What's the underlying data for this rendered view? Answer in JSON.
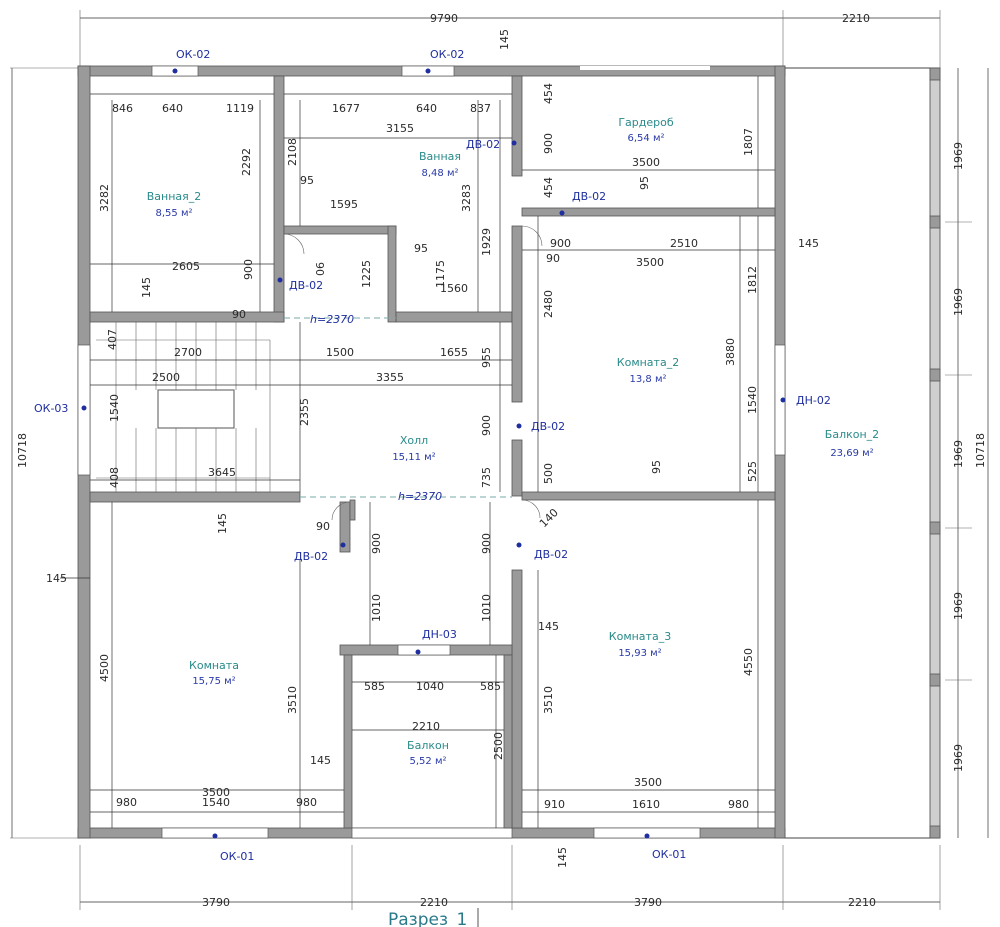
{
  "section_label": "Разрез_1",
  "overall_dims": {
    "top_main": "9790",
    "top_balcony": "2210",
    "top_small": "145",
    "left_height": "10718",
    "right_height": "10718",
    "right_segments": [
      "1969",
      "1969",
      "1969",
      "1969",
      "1969"
    ],
    "bottom": [
      "3790",
      "2210",
      "3790",
      "2210"
    ]
  },
  "rooms": [
    {
      "id": "vannaya2",
      "name": "Ванная_2",
      "area": "8,55 м²"
    },
    {
      "id": "vannaya",
      "name": "Ванная",
      "area": "8,48 м²"
    },
    {
      "id": "garderob",
      "name": "Гардероб",
      "area": "6,54 м²"
    },
    {
      "id": "komnata2",
      "name": "Комната_2",
      "area": "13,8 м²"
    },
    {
      "id": "holl",
      "name": "Холл",
      "area": "15,11 м²"
    },
    {
      "id": "balkon2",
      "name": "Балкон_2",
      "area": "23,69 м²"
    },
    {
      "id": "komnata",
      "name": "Комната",
      "area": "15,75 м²"
    },
    {
      "id": "komnata3",
      "name": "Комната_3",
      "area": "15,93 м²"
    },
    {
      "id": "balkon",
      "name": "Балкон",
      "area": "5,52 м²"
    }
  ],
  "tags": {
    "ok02_a": "ОК-02",
    "ok02_b": "ОК-02",
    "ok03": "ОК-03",
    "ok01_a": "ОК-01",
    "ok01_b": "ОК-01",
    "dv02_1": "ДВ-02",
    "dv02_2": "ДВ-02",
    "dv02_3": "ДВ-02",
    "dv02_4": "ДВ-02",
    "dv02_5": "ДВ-02",
    "dv02_6": "ДВ-02",
    "dn02": "ДН-02",
    "dn03": "ДН-03"
  },
  "heights": {
    "h1": "h=2370",
    "h2": "h=2370"
  },
  "dims": {
    "d846": "846",
    "d640a": "640",
    "d1119": "1119",
    "d1677": "1677",
    "d640b": "640",
    "d837": "837",
    "d3155": "3155",
    "d454a": "454",
    "d900a": "900",
    "d1807": "1807",
    "d3500a": "3500",
    "d454b": "454",
    "d95a": "95",
    "d3282": "3282",
    "d2292": "2292",
    "d2108": "2108",
    "d95b": "95",
    "d1595": "1595",
    "d3283": "3283",
    "d1929": "1929",
    "d900b": "900",
    "d2510": "2510",
    "d145a": "145",
    "d90a": "90",
    "d3500b": "3500",
    "d2605": "2605",
    "d90b": "90",
    "d900c": "900",
    "d145b": "145",
    "d1225": "1225",
    "d95c": "95",
    "d1175": "1175",
    "d1560": "1560",
    "d2480": "2480",
    "d1812": "1812",
    "d90c": "90",
    "d407": "407",
    "d2700": "2700",
    "d1500": "1500",
    "d1655": "1655",
    "d955": "955",
    "d3880": "3880",
    "d2500a": "2500",
    "d3355": "3355",
    "d1540a": "1540",
    "d2355": "2355",
    "d900d": "900",
    "d1540b": "1540",
    "d408": "408",
    "d3645": "3645",
    "d735": "735",
    "d500": "500",
    "d95d": "95",
    "d525": "525",
    "d145c": "145",
    "d90d": "90",
    "d900e": "900",
    "d900f": "900",
    "d140": "140",
    "d145d": "145",
    "d1010a": "1010",
    "d1010b": "1010",
    "d145e": "145",
    "d4500": "4500",
    "d585a": "585",
    "d1040": "1040",
    "d585b": "585",
    "d4550": "4550",
    "d3510a": "3510",
    "d2210": "2210",
    "d3510b": "3510",
    "d2500b": "2500",
    "d145f": "145",
    "d3500c": "3500",
    "d3500d": "3500",
    "d980a": "980",
    "d1540c": "1540",
    "d980b": "980",
    "d910": "910",
    "d1610": "1610",
    "d980c": "980",
    "d145g": "145"
  }
}
